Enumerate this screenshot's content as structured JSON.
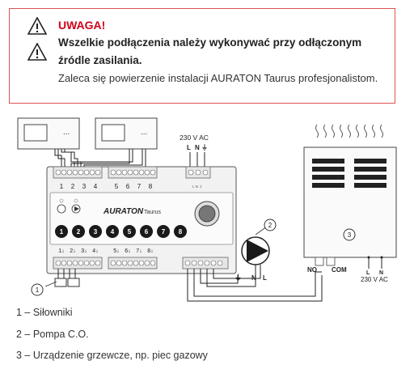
{
  "warning": {
    "title": "UWAGA!",
    "bold_text": "Wszelkie podłączenia należy wykonywać przy odłączonym źródle zasilania.",
    "text": "Zaleca się powierzenie instalacji AURATON Taurus profesjonalistom."
  },
  "diagram": {
    "brand": "AURATON",
    "model": "Taurus",
    "power_label": "230 V AC",
    "power_terminals": [
      "L",
      "N",
      "⏚"
    ],
    "top_terminal_numbers": [
      "1",
      "2",
      "3",
      "4",
      "5",
      "6",
      "7",
      "8"
    ],
    "bottom_terminal_labels": [
      "1↓",
      "2↓",
      "3↓",
      "4↓",
      "5↓",
      "6↓",
      "7↓",
      "8↓"
    ],
    "zone_buttons": [
      "1",
      "2",
      "3",
      "4",
      "5",
      "6",
      "7",
      "8"
    ],
    "callouts": [
      "1",
      "2",
      "3"
    ],
    "pump_terminals": [
      "⏚",
      "N",
      "L"
    ],
    "heater_terminals": [
      "NO",
      "COM"
    ],
    "heater_power_terminals": [
      "L",
      "N"
    ],
    "heater_power_label": "230 V AC",
    "thermostat_dots": "...",
    "bottom_power_mini": "L N ⏚"
  },
  "legend": [
    "1 – Siłowniki",
    "2 – Pompa C.O.",
    "3 – Urządzenie grzewcze, np. piec gazowy"
  ]
}
